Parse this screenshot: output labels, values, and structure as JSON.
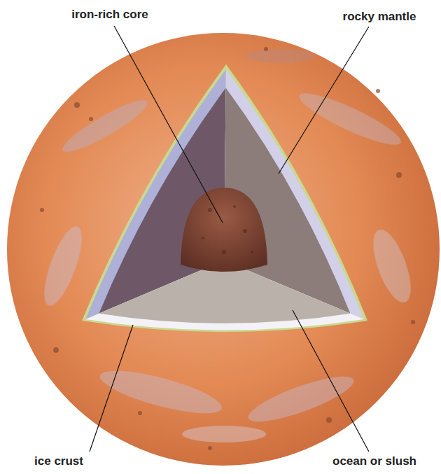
{
  "diagram": {
    "labels": [
      "iron-rich core",
      "rocky mantle",
      "ice crust",
      "ocean or slush"
    ]
  }
}
